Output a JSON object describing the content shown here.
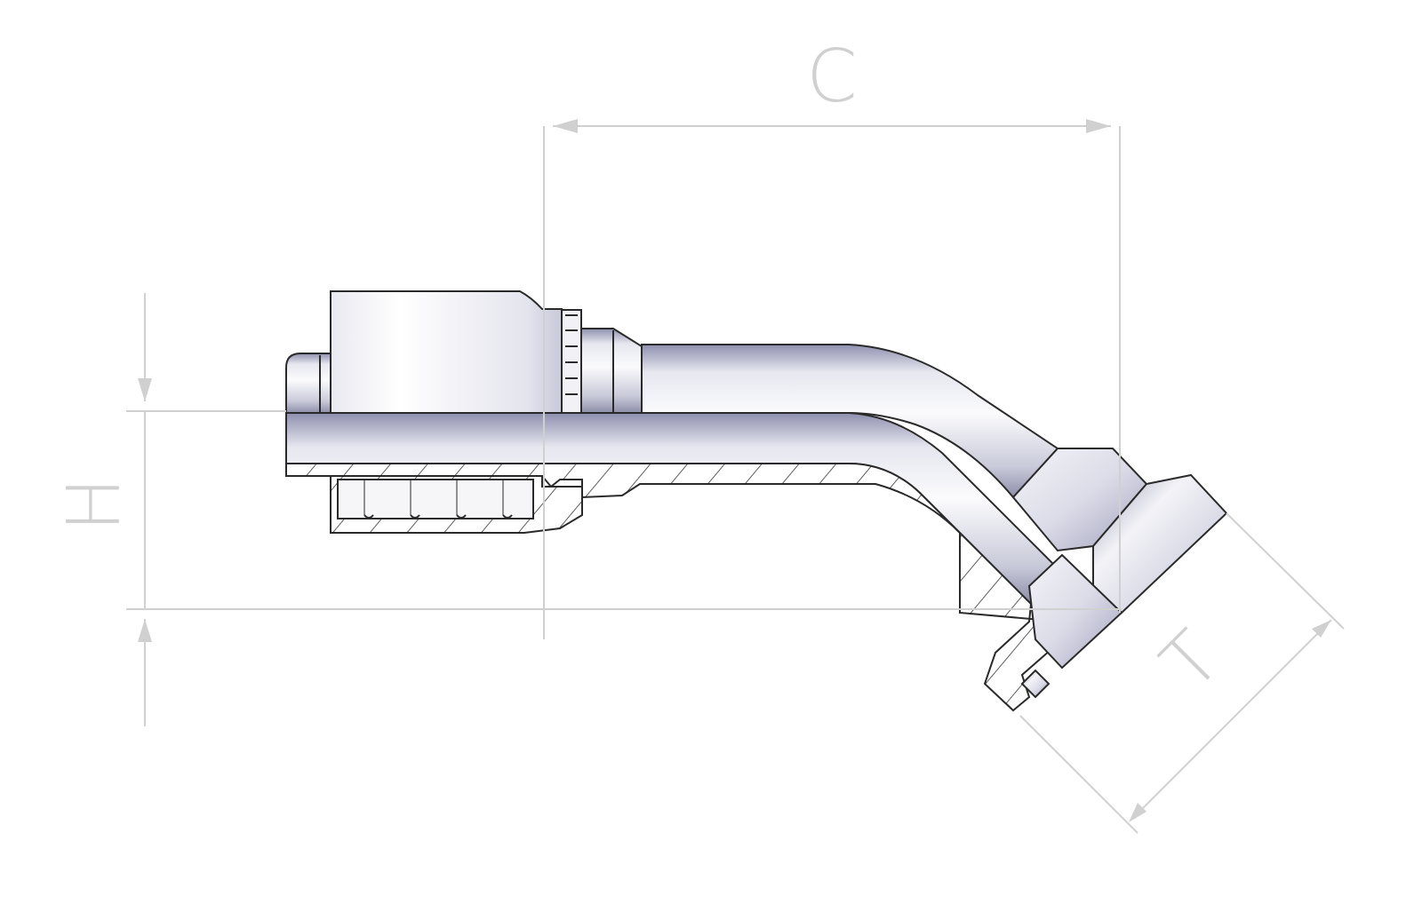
{
  "drawing": {
    "labels": {
      "c": "C",
      "h": "H",
      "t": "T"
    },
    "colors": {
      "dimension": "#d0d0d0",
      "outline": "#2a2a2a",
      "section_fill": "#ffffff",
      "metal_light": "#f7f7fb",
      "metal_mid": "#d9dae6",
      "metal_dark": "#a3a4c0"
    },
    "bend_angle_deg": 45
  }
}
